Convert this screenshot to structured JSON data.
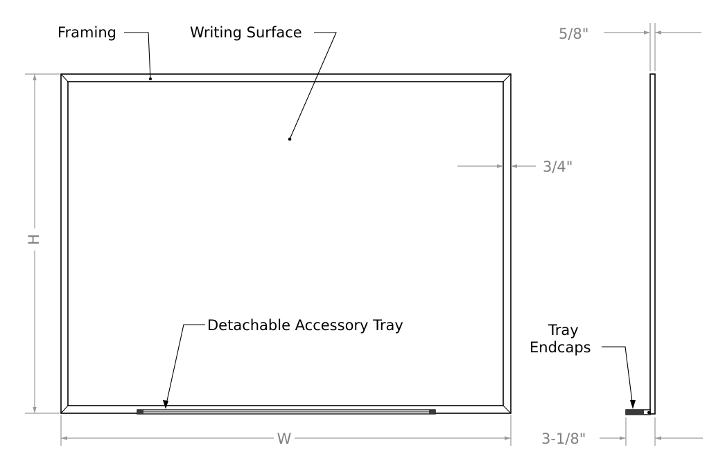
{
  "callouts": {
    "framing": "Framing",
    "writing_surface": "Writing Surface",
    "accessory_tray": "Detachable Accessory Tray",
    "tray_endcaps_line1": "Tray",
    "tray_endcaps_line2": "Endcaps"
  },
  "dimensions": {
    "frame_depth": "5/8\"",
    "frame_width": "3/4\"",
    "height": "H",
    "width": "W",
    "tray_depth": "3-1/8\""
  },
  "colors": {
    "drawing": "#000000",
    "dimension": "#808080"
  }
}
